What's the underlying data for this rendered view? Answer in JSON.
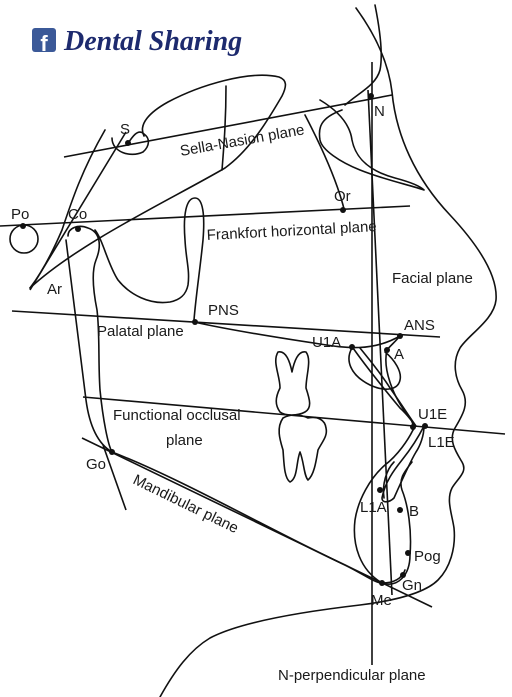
{
  "brand": {
    "name": "Dental Sharing",
    "icon": "facebook-icon",
    "icon_color": "#3b5998",
    "text_color": "#1d2a6e"
  },
  "landmarks": {
    "S": "S",
    "N": "N",
    "Or": "Or",
    "Po": "Po",
    "Co": "Co",
    "Ar": "Ar",
    "PNS": "PNS",
    "ANS": "ANS",
    "A": "A",
    "U1A": "U1A",
    "U1E": "U1E",
    "L1E": "L1E",
    "L1A": "L1A",
    "B": "B",
    "Pog": "Pog",
    "Gn": "Gn",
    "Me": "Me",
    "Go": "Go"
  },
  "planes": {
    "sella_nasion": "Sella-Nasion plane",
    "frankfort": "Frankfort horizontal plane",
    "facial": "Facial plane",
    "palatal": "Palatal plane",
    "functional_occlusal_1": "Functional occlusal",
    "functional_occlusal_2": "plane",
    "mandibular": "Mandibular plane",
    "n_perpendicular": "N-perpendicular plane"
  }
}
